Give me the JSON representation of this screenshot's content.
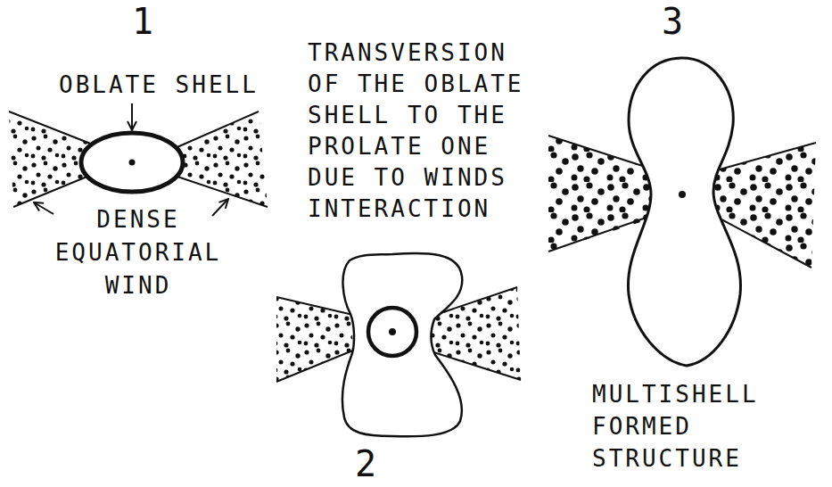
{
  "diagram": {
    "labels": [
      "1",
      "OBLATE SHELL",
      "DENSE EQUATORIAL WIND",
      "TRANSVERSION OF THE OBLATE SHELL TO THE PROLATE ONE DUE TO WINDS INTERACTION",
      "2",
      "3",
      "MULTISHELL FORMED STRUCTURE"
    ]
  }
}
